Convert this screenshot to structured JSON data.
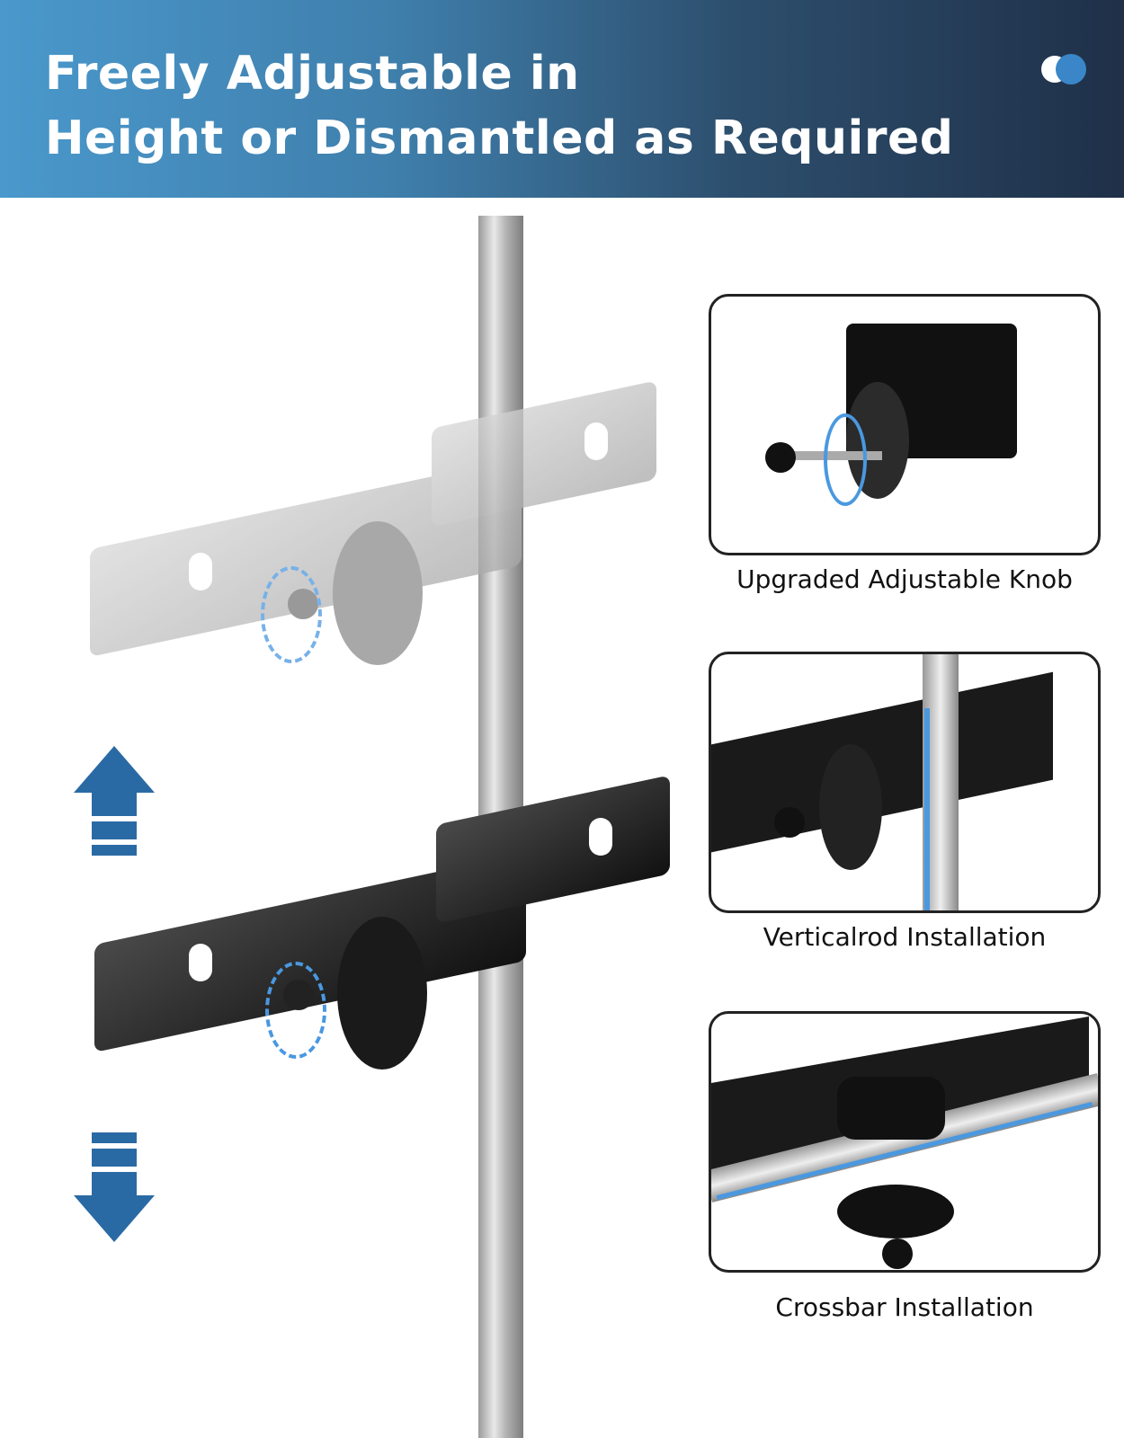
{
  "header": {
    "title_line1": "Freely Adjustable in",
    "title_line2": "Height or Dismantled as Required",
    "gradient_start": "#4a98cc",
    "gradient_end": "#1f3048",
    "toggle_icon": "toggle-icon"
  },
  "main_illustration": {
    "description": "Two bracket clamps mounted on a vertical rod, top one ghosted to show height adjustment",
    "arrow_up_icon": "arrow-up-icon",
    "arrow_down_icon": "arrow-down-icon",
    "accent_color": "#2a6aa4"
  },
  "panels": [
    {
      "caption": "Upgraded Adjustable Knob"
    },
    {
      "caption": "Verticalrod Installation"
    },
    {
      "caption": "Crossbar Installation"
    }
  ]
}
